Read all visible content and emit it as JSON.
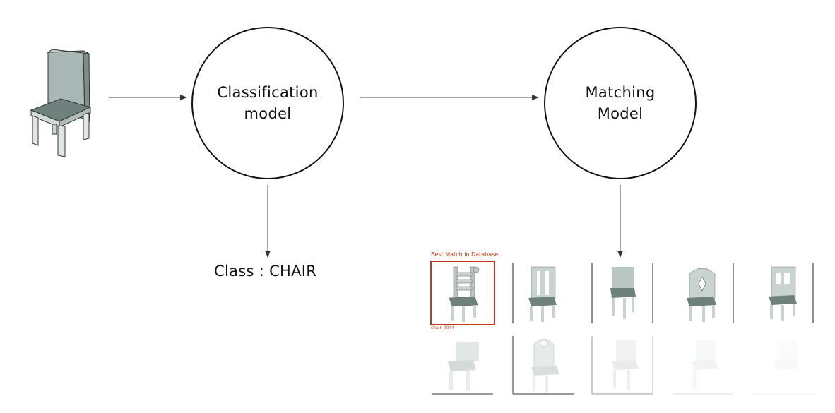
{
  "nodes": {
    "classification": "Classification\nmodel",
    "matching": "Matching\nModel"
  },
  "output": {
    "class_text": "Class : CHAIR"
  },
  "gallery": {
    "best_label": "Best Match in Database",
    "best_id": "chair_0044"
  },
  "colors": {
    "highlight": "#c0391b",
    "stroke": "#111111",
    "arrow": "#444444"
  }
}
